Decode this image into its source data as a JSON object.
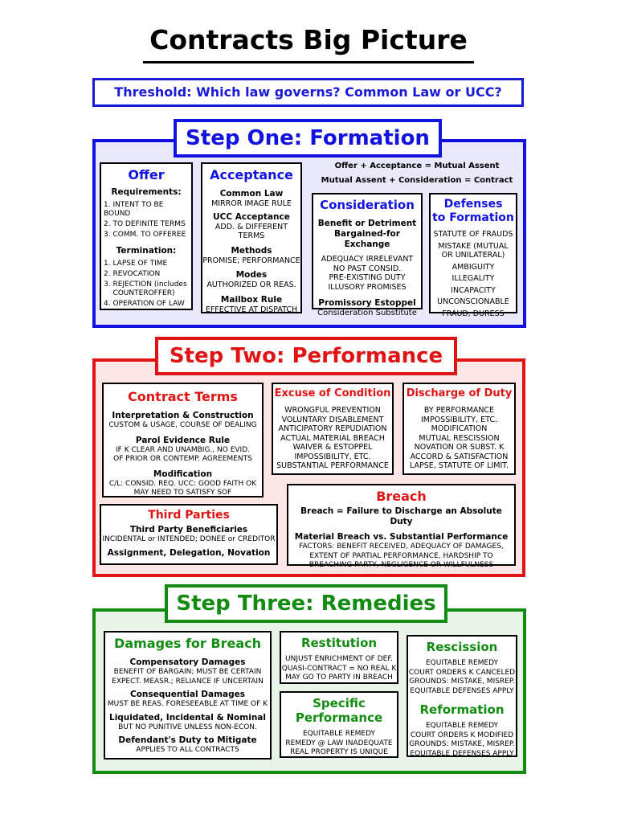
{
  "title": "Contracts Big Picture",
  "threshold": "Threshold: Which law governs?  Common Law or UCC?",
  "step1": {
    "heading": "Step One: Formation",
    "equation1": "Offer + Acceptance = Mutual Assent",
    "equation2": "Mutual Assent + Consideration = Contract",
    "offer": {
      "title": "Offer",
      "requirements_label": "Requirements:",
      "requirements": [
        "1. INTENT TO BE BOUND",
        "2. TO DEFINITE TERMS",
        "3. COMM. TO  OFFEREE"
      ],
      "termination_label": "Termination:",
      "termination": [
        "1. LAPSE OF TIME",
        "2. REVOCATION",
        "3. REJECTION (includes",
        "    COUNTEROFFER)",
        "4. OPERATION OF LAW"
      ]
    },
    "acceptance": {
      "title": "Acceptance",
      "common_law": "Common Law",
      "common_law_text": "MIRROR IMAGE RULE",
      "ucc": "UCC Acceptance",
      "ucc_text": "ADD. & DIFFERENT TERMS",
      "methods": "Methods",
      "methods_text": "PROMISE; PERFORMANCE",
      "modes": "Modes",
      "modes_text": "AUTHORIZED OR REAS.",
      "mailbox": "Mailbox Rule",
      "mailbox_text": "EFFECTIVE AT DISPATCH"
    },
    "consideration": {
      "title": "Consideration",
      "line1": "Benefit or Detriment",
      "line2": "Bargained-for Exchange",
      "items": [
        "ADEQUACY IRRELEVANT",
        "NO PAST CONSID.",
        "PRE-EXISTING DUTY",
        "ILLUSORY PROMISES"
      ],
      "estoppel": "Promissory Estoppel",
      "estoppel_text": "Consideration Substitute"
    },
    "defenses": {
      "title_line1": "Defenses",
      "title_line2": "to Formation",
      "items": [
        "STATUTE OF FRAUDS",
        "MISTAKE (MUTUAL",
        "OR UNILATERAL)",
        "AMBIGUITY",
        "ILLEGALITY",
        "INCAPACITY",
        "UNCONSCIONABLE",
        "FRAUD, DURESS"
      ]
    }
  },
  "step2": {
    "heading": "Step Two: Performance",
    "contract_terms": {
      "title": "Contract Terms",
      "interp": "Interpretation & Construction",
      "interp_text": "CUSTOM & USAGE, COURSE OF DEALING",
      "parol": "Parol Evidence Rule",
      "parol_text1": "IF K CLEAR AND UNAMBIG., NO EVID.",
      "parol_text2": "OF PRIOR OR CONTEMP. AGREEMENTS",
      "mod": "Modification",
      "mod_text1": "C/L: CONSID. REQ.  UCC: GOOD FAITH OK",
      "mod_text2": "MAY NEED TO SATISFY SOF"
    },
    "excuse": {
      "title": "Excuse of Condition",
      "items": [
        "WRONGFUL PREVENTION",
        "VOLUNTARY DISABLEMENT",
        "ANTICIPATORY REPUDIATION",
        "ACTUAL MATERIAL BREACH",
        "WAIVER & ESTOPPEL",
        "IMPOSSIBILITY, ETC.",
        "SUBSTANTIAL PERFORMANCE"
      ]
    },
    "discharge": {
      "title": "Discharge of Duty",
      "items": [
        "BY PERFORMANCE",
        "IMPOSSIBILITY, ETC.",
        "MODIFICATION",
        "MUTUAL RESCISSION",
        "NOVATION OR SUBST. K",
        "ACCORD & SATISFACTION",
        "LAPSE, STATUTE OF LIMIT."
      ]
    },
    "third_parties": {
      "title": "Third Parties",
      "ben": "Third Party Beneficiaries",
      "ben_text": "INCIDENTAL or INTENDED; DONEE or CREDITOR",
      "assign": "Assignment, Delegation, Novation"
    },
    "breach": {
      "title": "Breach",
      "line1": "Breach = Failure to Discharge an Absolute Duty",
      "line2": "Material Breach vs. Substantial Performance",
      "factors": [
        "FACTORS: BENEFIT RECEIVED, ADEQUACY OF DAMAGES,",
        "EXTENT OF PARTIAL PERFORMANCE, HARDSHIP TO",
        "BREACHING PARTY, NEGLIGENCE OR WILLFULNESS"
      ]
    }
  },
  "step3": {
    "heading": "Step Three: Remedies",
    "damages": {
      "title": "Damages for Breach",
      "comp": "Compensatory Damages",
      "comp_text1": "BENEFIT OF BARGAIN; MUST BE CERTAIN",
      "comp_text2": "EXPECT. MEASR.; RELIANCE IF UNCERTAIN",
      "conseq": "Consequential Damages",
      "conseq_text": "MUST BE REAS. FORESEEABLE AT TIME OF K",
      "liq": "Liquidated, Incidental & Nominal",
      "liq_text": "BUT NO PUNITIVE UNLESS NON-ECON.",
      "mitigate": "Defendant's Duty to Mitigate",
      "mitigate_text": "APPLIES TO ALL CONTRACTS"
    },
    "restitution": {
      "title": "Restitution",
      "items": [
        "UNJUST ENRICHMENT OF DEF.",
        "QUASI-CONTRACT = NO REAL K",
        "MAY GO TO PARTY IN BREACH"
      ]
    },
    "specific": {
      "title_line1": "Specific",
      "title_line2": "Performance",
      "items": [
        "EQUITABLE REMEDY",
        "REMEDY @ LAW  INADEQUATE",
        "REAL PROPERTY IS UNIQUE"
      ]
    },
    "rescission": {
      "title": "Rescission",
      "items": [
        "EQUITABLE REMEDY",
        "COURT ORDERS K CANCELED",
        "GROUNDS: MISTAKE, MISREP.",
        "EQUITABLE DEFENSES APPLY"
      ]
    },
    "reformation": {
      "title": "Reformation",
      "items": [
        "EQUITABLE REMEDY",
        "COURT ORDERS K MODIFIED",
        "GROUNDS: MISTAKE, MISREP.",
        "EQUITABLE DEFENSES APPLY"
      ]
    }
  }
}
